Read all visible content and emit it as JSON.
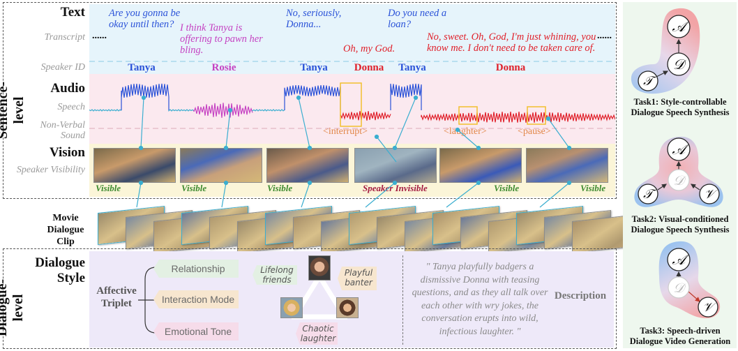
{
  "sections": {
    "sentence_level": "Sentence-level",
    "dialogue_level": "Dialogue-level"
  },
  "text_row": {
    "title": "Text",
    "transcript_label": "Transcript",
    "speaker_id_label": "Speaker ID",
    "utterances": [
      {
        "text": "Are you gonna be okay until then?",
        "color": "#2a52d8"
      },
      {
        "text": "I think Tanya is offering to pawn her bling.",
        "color": "#c542c2"
      },
      {
        "text": "No, seriously, Donna...",
        "color": "#2a52d8"
      },
      {
        "text": "Oh, my God.",
        "color": "#e0202a"
      },
      {
        "text": "Do you need a loan?",
        "color": "#2a52d8"
      },
      {
        "text": "No, sweet. Oh, God, I'm just whining, you know me. I don't need to be taken care of.",
        "color": "#e0202a"
      }
    ],
    "ellipsis": "......",
    "speakers": [
      {
        "name": "Tanya",
        "color": "#2a52d8"
      },
      {
        "name": "Rosie",
        "color": "#c542c2"
      },
      {
        "name": "Tanya",
        "color": "#2a52d8"
      },
      {
        "name": "Donna",
        "color": "#e0202a"
      },
      {
        "name": "Tanya",
        "color": "#2a52d8"
      },
      {
        "name": "Donna",
        "color": "#e0202a"
      }
    ]
  },
  "audio_row": {
    "title": "Audio",
    "speech_label": "Speech",
    "nonverbal_label": "Non-Verbal Sound",
    "nonverbal_tags": [
      "<interrupt>",
      "<laughter>",
      "<pause>"
    ]
  },
  "vision_row": {
    "title": "Vision",
    "visibility_label": "Speaker Visibility",
    "frames": [
      {
        "label": "Visible",
        "color": "#3d8a2e"
      },
      {
        "label": "Visible",
        "color": "#3d8a2e"
      },
      {
        "label": "Visible",
        "color": "#3d8a2e"
      },
      {
        "label": "Speaker Invisible",
        "color": "#a31a40"
      },
      {
        "label": "Visible",
        "color": "#3d8a2e"
      },
      {
        "label": "Visible",
        "color": "#3d8a2e"
      }
    ]
  },
  "movie_clip_label": "Movie Dialogue Clip",
  "dialogue_style": {
    "title": "Dialogue Style",
    "triplet_label": "Affective Triplet",
    "tags": [
      "Relationship",
      "Interaction Mode",
      "Emotional Tone"
    ],
    "handwritten": [
      "Lifelong friends",
      "Playful banter",
      "Chaotic laughter"
    ],
    "description_quote": "\" Tanya playfully badgers a dismissive Donna with teasing questions, and as they all talk over each other with wry jokes, the conversation erupts into wild, infectious laughter. \"",
    "description_label": "Description"
  },
  "tasks": [
    {
      "title": "Task1: Style-controllable Dialogue Speech Synthesis",
      "nodes": [
        "𝒜",
        "𝒟",
        "𝒯"
      ]
    },
    {
      "title": "Task2: Visual-conditioned Dialogue Speech Synthesis",
      "nodes": [
        "𝒜",
        "𝒟",
        "𝒯",
        "𝒱"
      ]
    },
    {
      "title": "Task3: Speech-driven Dialogue Video Generation",
      "nodes": [
        "𝒜",
        "𝒟",
        "𝒱"
      ]
    }
  ],
  "colors": {
    "tanya": "#2a52d8",
    "rosie": "#c542c2",
    "donna": "#e0202a",
    "visible": "#3d8a2e",
    "invisible": "#a31a40",
    "text_band": "#e6f4fb",
    "audio_band": "#fbe9ef",
    "vision_band": "#fbf5d8",
    "dialogue_band": "#eee9f9",
    "nonverbal": "#e2884a",
    "link": "#3aaed0"
  }
}
